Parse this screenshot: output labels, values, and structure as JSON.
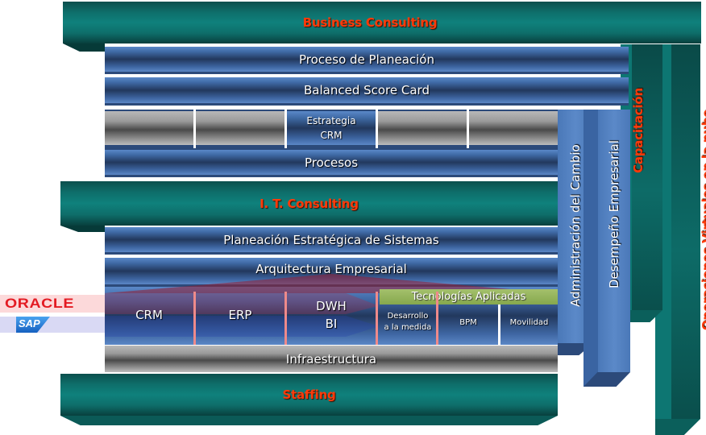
{
  "diagram": {
    "colors": {
      "teal_band": "#0f817c",
      "teal_label": "#ff3a0a",
      "blue_bar": "#3f6aa5",
      "gray_bar": "#9a9a9a",
      "tech_header": "#8fb05a",
      "oracle_red": "#e31b23",
      "sap_blue": "#1d7ad6"
    },
    "business_consulting": {
      "title": "Business Consulting",
      "layers": {
        "planning_process": "Proceso de Planeación",
        "balanced_score_card": "Balanced Score Card",
        "crm_strategy_line1": "Estrategia",
        "crm_strategy_line2": "CRM",
        "processes": "Procesos"
      }
    },
    "it_consulting": {
      "title": "I. T. Consulting",
      "layers": {
        "systems_planning": "Planeación Estratégica de Sistemas",
        "enterprise_architecture": "Arquitectura Empresarial",
        "modules": [
          {
            "label": "CRM"
          },
          {
            "label": "ERP"
          },
          {
            "label_line1": "DWH",
            "label_line2": "BI"
          }
        ],
        "applied_tech": {
          "title": "Tecnologías Aplicadas",
          "items": [
            {
              "label_line1": "Desarrollo",
              "label_line2": "a la medida"
            },
            {
              "label": "BPM"
            },
            {
              "label": "Movilidad"
            }
          ]
        },
        "infrastructure": "Infraestructura"
      }
    },
    "staffing": {
      "title": "Staffing"
    },
    "vertical_columns": {
      "change_management": "Administración del Cambio",
      "business_performance": "Desempeño Empresarial",
      "training": "Capacitación",
      "cloud_operations": "Operaciones Virtuales en la nube"
    },
    "vendor_logos": {
      "oracle": "ORACLE",
      "sap": "SAP"
    }
  }
}
